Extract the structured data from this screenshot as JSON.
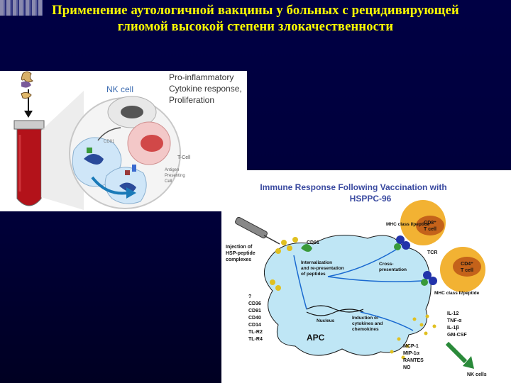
{
  "slide": {
    "title_line1": "Применение аутологичной вакцины у больных с рецидивирующей",
    "title_line2": "глиомой высокой степени злокачественности"
  },
  "left_figure": {
    "nk_label": "NK cell",
    "cytokine_line1": "Pro-inflammatory",
    "cytokine_line2": "Cytokine response,",
    "cytokine_line3": "Proliferation",
    "tcell_label": "T-Cell",
    "cd91_label": "CD91",
    "apc_line1": "Antigen",
    "apc_line2": "Presenting",
    "apc_line3": "Cell"
  },
  "right_figure": {
    "title_line1": "Immune Response Following Vaccination with",
    "title_line2": "HSPPC-96",
    "cd8_line1": "CD8⁺",
    "cd8_line2": "T cell",
    "cd4_line1": "CD4⁺",
    "cd4_line2": "T cell",
    "mhc1": "MHC class I/peptide",
    "mhc2": "MHC class II/peptide",
    "tcr": "TCR",
    "cd91": "CD91",
    "injection": [
      "Injection of",
      "HSP-peptide",
      "complexes"
    ],
    "internalization": [
      "Internalization",
      "and re-presentation",
      "of peptides"
    ],
    "cross": [
      "Cross-",
      "presentation"
    ],
    "receptors": [
      "?",
      "CD36",
      "CD91",
      "CD40",
      "CD14",
      "TL-R2",
      "TL-R4"
    ],
    "nucleus": "Nucleus",
    "apc": "APC",
    "induction": [
      "Induction of",
      "cytokines and",
      "chemokines"
    ],
    "cytokines": [
      "IL-12",
      "TNF-α",
      "IL-1β",
      "GM-CSF"
    ],
    "chemokines": [
      "MCP-1",
      "MIP-1α",
      "RANTES",
      "NO"
    ],
    "nk_cells": "NK cells"
  },
  "colors": {
    "background": "#000044",
    "title": "#ffff00",
    "cell_blue": "#bfe6f5",
    "cd8_orange": "#f2b233",
    "figure_title": "#3a4aa0"
  }
}
